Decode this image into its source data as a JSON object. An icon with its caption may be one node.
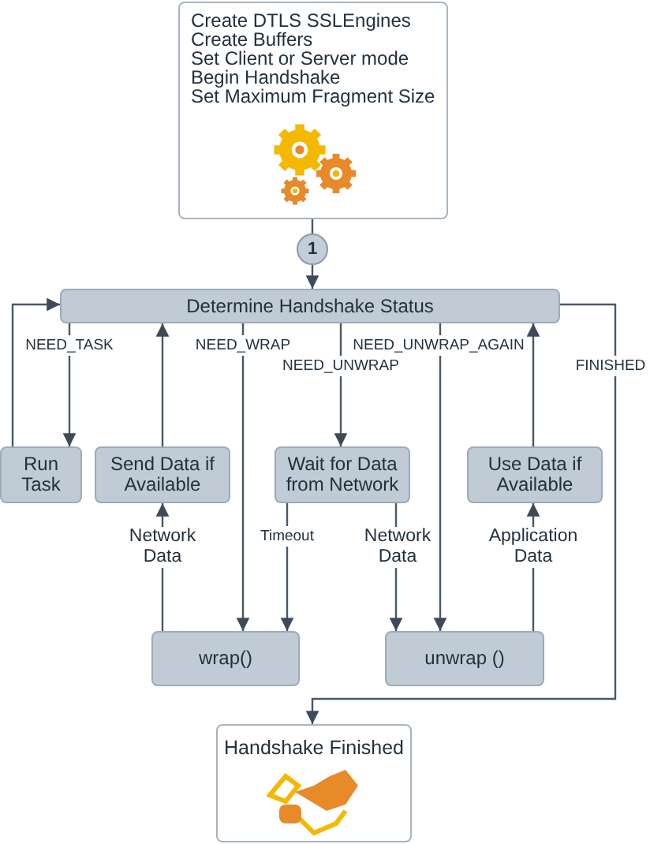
{
  "diagram": {
    "nodes": [
      {
        "text": [
          "Create DTLS SSLEngines",
          "Create Buffers",
          "Set Client or Server mode",
          "Begin Handshake",
          "Set Maximum Fragment Size"
        ]
      },
      {
        "text": [
          "1"
        ]
      },
      {
        "text": [
          "Determine Handshake Status"
        ]
      },
      {
        "text": [
          "Run Task"
        ]
      },
      {
        "text": [
          "Send Data if Available"
        ]
      },
      {
        "text": [
          "Wait for Data from Network"
        ]
      },
      {
        "text": [
          "Use Data if Available"
        ]
      },
      {
        "text": [
          "wrap()"
        ]
      },
      {
        "text": [
          "unwrap ()"
        ]
      },
      {
        "text": [
          "Handshake Finished"
        ]
      }
    ],
    "edges": [
      {
        "from": 0,
        "to": 1,
        "arrow": "none"
      },
      {
        "from": 1,
        "to": 2,
        "arrow": "to"
      },
      {
        "from": 2,
        "to": 3,
        "arrow": "to",
        "label": "NEED_TASK"
      },
      {
        "from": 3,
        "to": 2,
        "arrow": "to"
      },
      {
        "from": 4,
        "to": 2,
        "arrow": "to"
      },
      {
        "from": 7,
        "to": 4,
        "arrow": "to",
        "label": "Network Data"
      },
      {
        "from": 2,
        "to": 7,
        "arrow": "to",
        "label": "NEED_WRAP"
      },
      {
        "from": 5,
        "to": 7,
        "arrow": "to",
        "label": "Timeout"
      },
      {
        "from": 2,
        "to": 5,
        "arrow": "to",
        "label": "NEED_UNWRAP"
      },
      {
        "from": 5,
        "to": 8,
        "arrow": "to",
        "label": "Network Data"
      },
      {
        "from": 2,
        "to": 8,
        "arrow": "to",
        "label": "NEED_UNWRAP_AGAIN"
      },
      {
        "from": 8,
        "to": 6,
        "arrow": "to",
        "label": "Application Data"
      },
      {
        "from": 6,
        "to": 2,
        "arrow": "to"
      },
      {
        "from": 2,
        "to": 9,
        "arrow": "to",
        "label": "FINISHED"
      }
    ]
  }
}
